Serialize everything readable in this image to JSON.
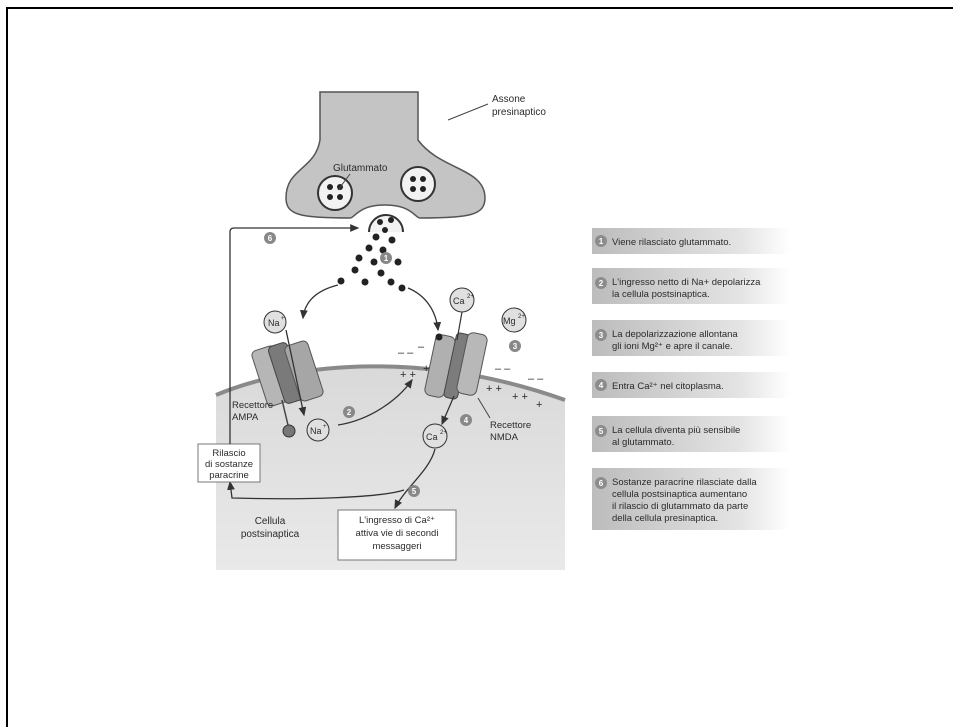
{
  "labels": {
    "presynaptic_axon": [
      "Assone",
      "presinaptico"
    ],
    "glutamate": "Glutammato",
    "ampa_receptor": [
      "Recettore",
      "AMPA"
    ],
    "nmda_receptor": [
      "Recettore",
      "NMDA"
    ],
    "postsynaptic_cell": [
      "Cellula",
      "postsinaptica"
    ],
    "paracrine_release": [
      "Rilascio",
      "di sostanze",
      "paracrine"
    ],
    "second_messengers": [
      "L'ingresso di Ca²⁺",
      "attiva vie di secondi",
      "messaggeri"
    ],
    "ion_na": "Na",
    "ion_ca": "Ca",
    "ion_mg": "Mg",
    "charge_plus": "2+",
    "charge_single": "+"
  },
  "step_markers": [
    "1",
    "2",
    "3",
    "4",
    "5",
    "6"
  ],
  "steps": [
    {
      "num": "1",
      "lines": [
        "Viene rilasciato glutammato."
      ]
    },
    {
      "num": "2",
      "lines": [
        "L'ingresso netto di Na+ depolarizza",
        "la cellula postsinaptica."
      ]
    },
    {
      "num": "3",
      "lines": [
        "La depolarizzazione allontana",
        "gli ioni Mg²⁺ e apre il canale."
      ]
    },
    {
      "num": "4",
      "lines": [
        "Entra Ca²⁺ nel citoplasma."
      ]
    },
    {
      "num": "5",
      "lines": [
        "La cellula diventa più sensibile",
        "al glutammato."
      ]
    },
    {
      "num": "6",
      "lines": [
        "Sostanze paracrine rilasciate dalla",
        "cellula postsinaptica aumentano",
        "il rilascio di glutammato da parte",
        "della cellula presinaptica."
      ]
    }
  ]
}
